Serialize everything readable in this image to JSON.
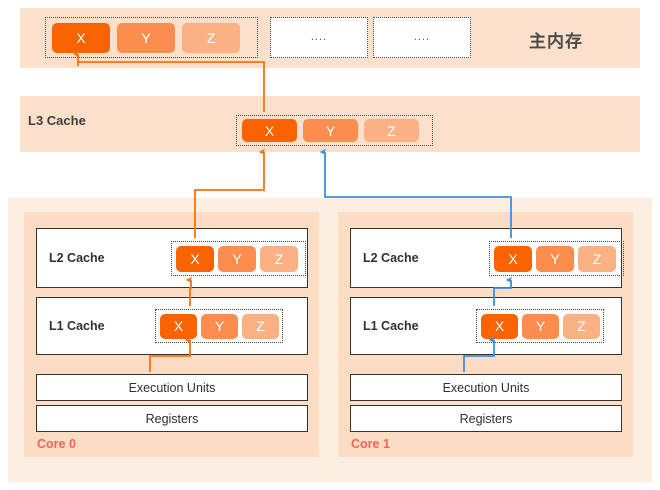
{
  "diagram": {
    "title_memory": "主内存",
    "l3_label": "L3 Cache",
    "blank_slot_text": "....",
    "cells": {
      "x": "X",
      "y": "Y",
      "z": "Z"
    },
    "colors": {
      "cell_x": "#fa6400",
      "cell_y": "#fb8e4f",
      "cell_z": "#fcb184",
      "band": "#fde0cc",
      "cpu_panel": "#fdeee2",
      "core_panel": "#fddcc4",
      "arrow_orange": "#f47216",
      "arrow_blue": "#3c8fdc",
      "core_label": "#f4635e",
      "text_dark": "#3f3f3f"
    }
  },
  "memory": {
    "label": "主内存",
    "cells": [
      "X",
      "Y",
      "Z"
    ],
    "blank_slots": [
      "....",
      "...."
    ]
  },
  "l3": {
    "label": "L3 Cache",
    "cells": [
      "X",
      "Y",
      "Z"
    ]
  },
  "cores": [
    {
      "name": "Core 0",
      "l2": {
        "label": "L2 Cache",
        "cells": [
          "X",
          "Y",
          "Z"
        ]
      },
      "l1": {
        "label": "L1 Cache",
        "cells": [
          "X",
          "Y",
          "Z"
        ]
      },
      "execution_units": "Execution Units",
      "registers": "Registers"
    },
    {
      "name": "Core 1",
      "l2": {
        "label": "L2 Cache",
        "cells": [
          "X",
          "Y",
          "Z"
        ]
      },
      "l1": {
        "label": "L1 Cache",
        "cells": [
          "X",
          "Y",
          "Z"
        ]
      },
      "execution_units": "Execution Units",
      "registers": "Registers"
    }
  ]
}
